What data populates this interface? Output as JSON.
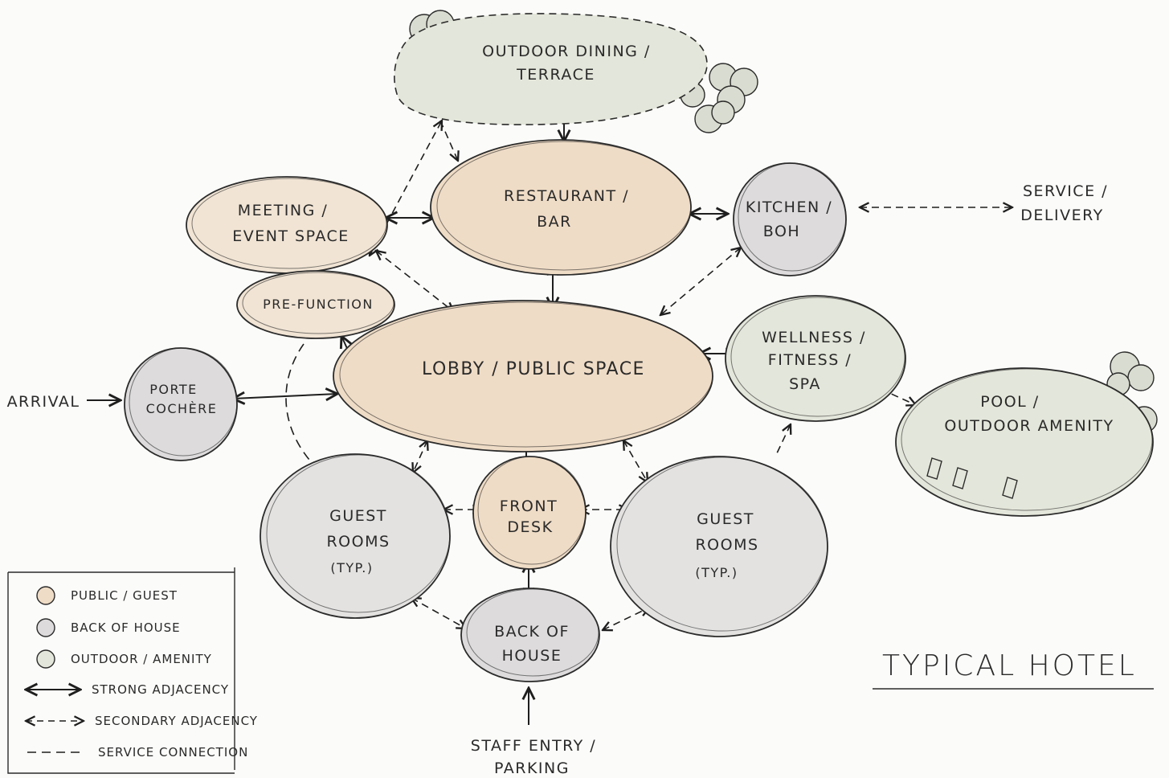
{
  "diagram_title": "TYPICAL HOTEL",
  "colors": {
    "public": "#f1e4d4",
    "public_main": "#efdcc6",
    "back_of_house": "#dddbdc",
    "outdoor": "#e3e6da",
    "guest_rooms": "#e3e2e1",
    "ink": "#2b2b2b",
    "tree": "#d9dcd0"
  },
  "spaces": {
    "outdoor_dining": [
      "OUTDOOR DINING /",
      "TERRACE"
    ],
    "restaurant": [
      "RESTAURANT /",
      "BAR"
    ],
    "meeting": [
      "MEETING /",
      "EVENT SPACE"
    ],
    "kitchen": [
      "KITCHEN /",
      "BOH"
    ],
    "prefunction": [
      "PRE-FUNCTION"
    ],
    "lobby": [
      "LOBBY / PUBLIC SPACE"
    ],
    "wellness": [
      "WELLNESS /",
      "FITNESS /",
      "SPA"
    ],
    "porte": [
      "PORTE",
      "COCHÈRE"
    ],
    "pool": [
      "POOL /",
      "OUTDOOR AMENITY"
    ],
    "guest_left": [
      "GUEST",
      "ROOMS",
      "(TYP.)"
    ],
    "front_desk": [
      "FRONT",
      "DESK"
    ],
    "guest_right": [
      "GUEST",
      "ROOMS",
      "(TYP.)"
    ],
    "back_of_house": [
      "BACK OF",
      "HOUSE"
    ]
  },
  "external": {
    "arrival": "ARRIVAL",
    "service_delivery": [
      "SERVICE /",
      "DELIVERY"
    ],
    "staff_entry": [
      "STAFF ENTRY /",
      "PARKING"
    ]
  },
  "legend": {
    "public": "PUBLIC / GUEST",
    "boh": "BACK OF HOUSE",
    "outdoor": "OUTDOOR / AMENITY",
    "strong": "STRONG ADJACENCY",
    "secondary": "SECONDARY ADJACENCY",
    "service": "SERVICE CONNECTION"
  }
}
